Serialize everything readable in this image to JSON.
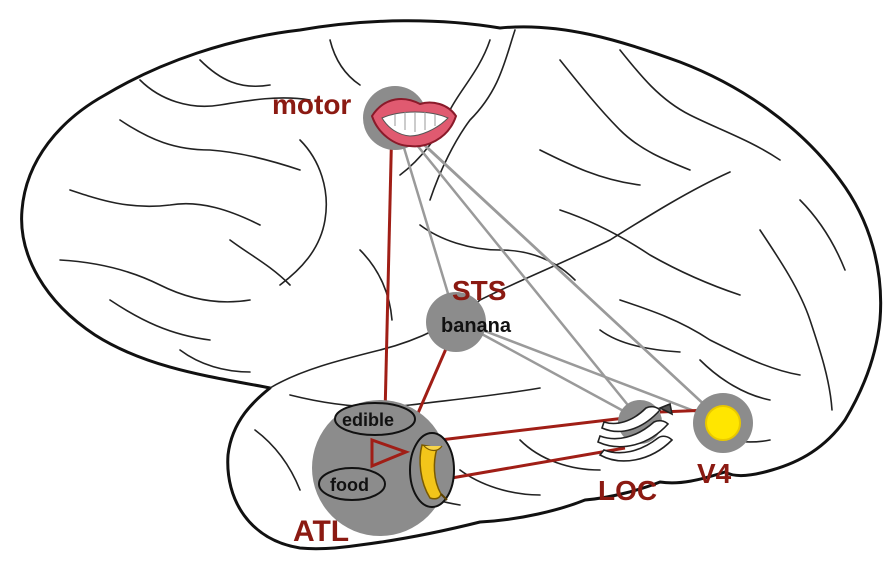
{
  "diagram": {
    "labels": {
      "motor": "motor",
      "sts": "STS",
      "sts_inner": "banana",
      "atl": "ATL",
      "atl_edible": "edible",
      "atl_food": "food",
      "loc": "LOC",
      "v4": "V4"
    },
    "colors": {
      "label_red": "#8b1a12",
      "red_link": "#a01e16",
      "grey_link": "#9a9a9a",
      "node_grey": "#8c8c8c",
      "v4_yellow": "#ffe600"
    },
    "icons": {
      "motor": "mouth-icon",
      "atl": "banana-icon",
      "loc": "banana-bunch-icon",
      "v4": "yellow-color-icon"
    }
  }
}
